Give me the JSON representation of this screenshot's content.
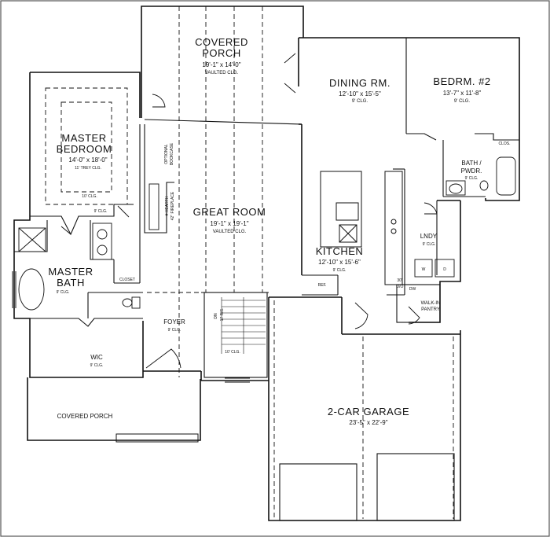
{
  "rooms": {
    "covered_porch_top": {
      "name_line1": "COVERED",
      "name_line2": "PORCH",
      "dims": "19'-1\" x 14'-0\"",
      "ceiling": "VAULTED CLG."
    },
    "dining": {
      "name": "DINING RM.",
      "dims": "12'-10\" x 15'-5\"",
      "ceiling": "9' CLG."
    },
    "bedroom2": {
      "name": "BEDRM. #2",
      "dims": "13'-7\" x 11'-8\"",
      "ceiling": "9' CLG."
    },
    "master_bedroom": {
      "name_line1": "MASTER",
      "name_line2": "BEDROOM",
      "dims": "14'-0\" x 18'-0\"",
      "ceiling1": "11' TREY CLG.",
      "ceiling2": "10' CLG.",
      "ceiling3": "9' CLG."
    },
    "great_room": {
      "name": "GREAT ROOM",
      "dims": "19'-1\" x 19'-1\"",
      "ceiling": "VAULTED CLG."
    },
    "bath_pwdr": {
      "name_line1": "BATH /",
      "name_line2": "PWDR.",
      "ceiling": "9' CLG."
    },
    "laundry": {
      "name": "LNDY.",
      "ceiling": "9' CLG."
    },
    "kitchen": {
      "name": "KITCHEN",
      "dims": "12'-10\" x 15'-6\"",
      "ceiling": "9' CLG."
    },
    "master_bath": {
      "name_line1": "MASTER",
      "name_line2": "BATH",
      "ceiling": "9' CLG."
    },
    "foyer": {
      "name": "FOYER",
      "ceiling": "9' CLG."
    },
    "wic": {
      "name": "WIC",
      "ceiling": "9' CLG."
    },
    "walk_in_pantry": {
      "name_line1": "WALK-IN",
      "name_line2": "PANTRY"
    },
    "stair": {
      "ceiling": "10' CLG."
    },
    "covered_porch_bottom": {
      "name": "COVERED PORCH"
    },
    "garage": {
      "name": "2-CAR GARAGE",
      "dims": "23'-5\" x 22'-9\""
    }
  },
  "fixtures": {
    "closet": "CLOSET",
    "clos": "CLOS.",
    "ref": "REF.",
    "dw": "DW",
    "laundry_w": "W",
    "laundry_d": "D",
    "oven_line1": "30\"",
    "oven_line2": "D/O",
    "bookcase_line1": "OPTIONAL",
    "bookcase_line2": "BOOKCASE",
    "hearth_line1": "# HEARTH",
    "hearth_line2": "42\" FIREPLACE",
    "stair_dn": "DN",
    "stair_risers": "17 RIS."
  },
  "colors": {
    "line": "#111111",
    "background": "#ffffff"
  }
}
